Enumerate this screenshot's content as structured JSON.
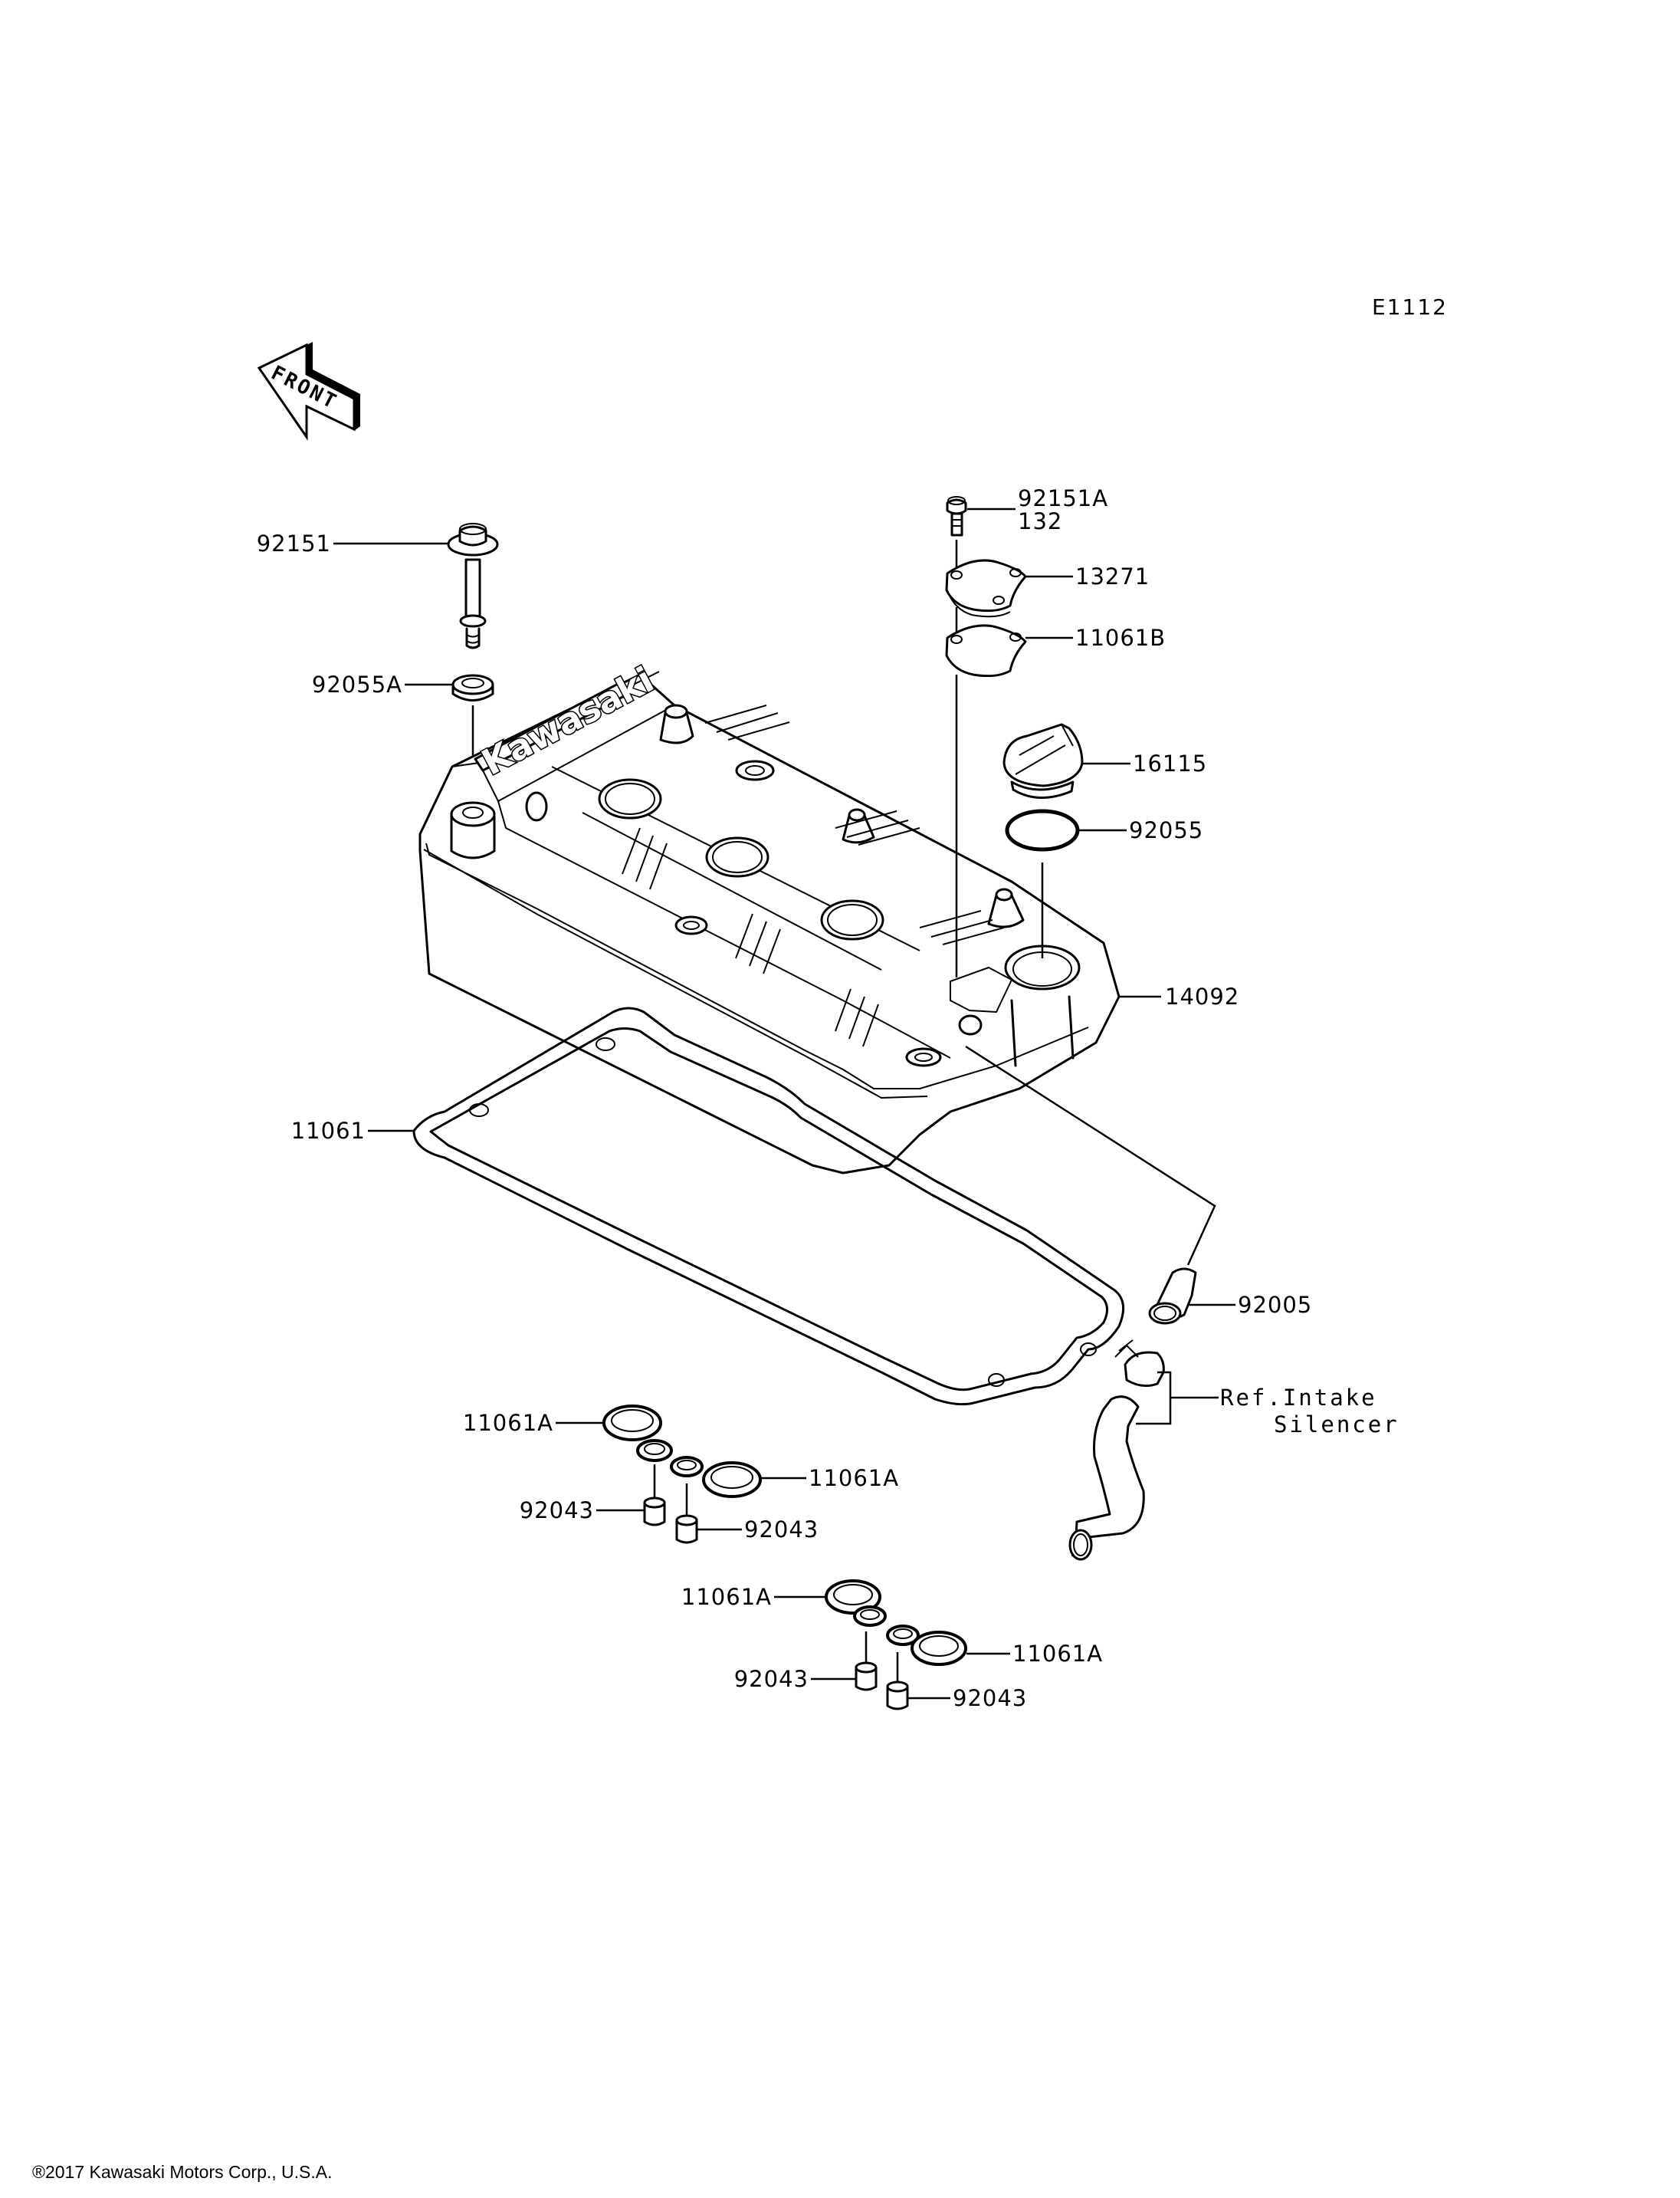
{
  "diagram": {
    "code": "E1112",
    "front_indicator": "FRONT",
    "logo_text": "Kawasaki",
    "parts": [
      {
        "id": "92151",
        "label": "92151",
        "name": "bolt"
      },
      {
        "id": "92055A",
        "label": "92055A",
        "name": "grommet"
      },
      {
        "id": "92151A",
        "label": "92151A",
        "sub_label": "132",
        "name": "bolt"
      },
      {
        "id": "13271",
        "label": "13271",
        "name": "plate"
      },
      {
        "id": "11061B",
        "label": "11061B",
        "name": "gasket"
      },
      {
        "id": "16115",
        "label": "16115",
        "name": "oil filler cap"
      },
      {
        "id": "92055",
        "label": "92055",
        "name": "o-ring"
      },
      {
        "id": "14092",
        "label": "14092",
        "name": "cylinder head cover"
      },
      {
        "id": "11061",
        "label": "11061",
        "name": "head cover gasket"
      },
      {
        "id": "92005",
        "label": "92005",
        "name": "fitting"
      },
      {
        "id": "ref-intake",
        "label": "Ref.Intake",
        "sub_label": "Silencer",
        "name": "reference"
      },
      {
        "id": "11061A-1",
        "label": "11061A",
        "name": "plug gasket"
      },
      {
        "id": "11061A-2",
        "label": "11061A",
        "name": "plug gasket"
      },
      {
        "id": "92043-1",
        "label": "92043",
        "name": "pin"
      },
      {
        "id": "92043-2",
        "label": "92043",
        "name": "pin"
      },
      {
        "id": "11061A-3",
        "label": "11061A",
        "name": "plug gasket"
      },
      {
        "id": "11061A-4",
        "label": "11061A",
        "name": "plug gasket"
      },
      {
        "id": "92043-3",
        "label": "92043",
        "name": "pin"
      },
      {
        "id": "92043-4",
        "label": "92043",
        "name": "pin"
      }
    ]
  },
  "footer": {
    "copyright": "®2017 Kawasaki Motors Corp., U.S.A."
  }
}
